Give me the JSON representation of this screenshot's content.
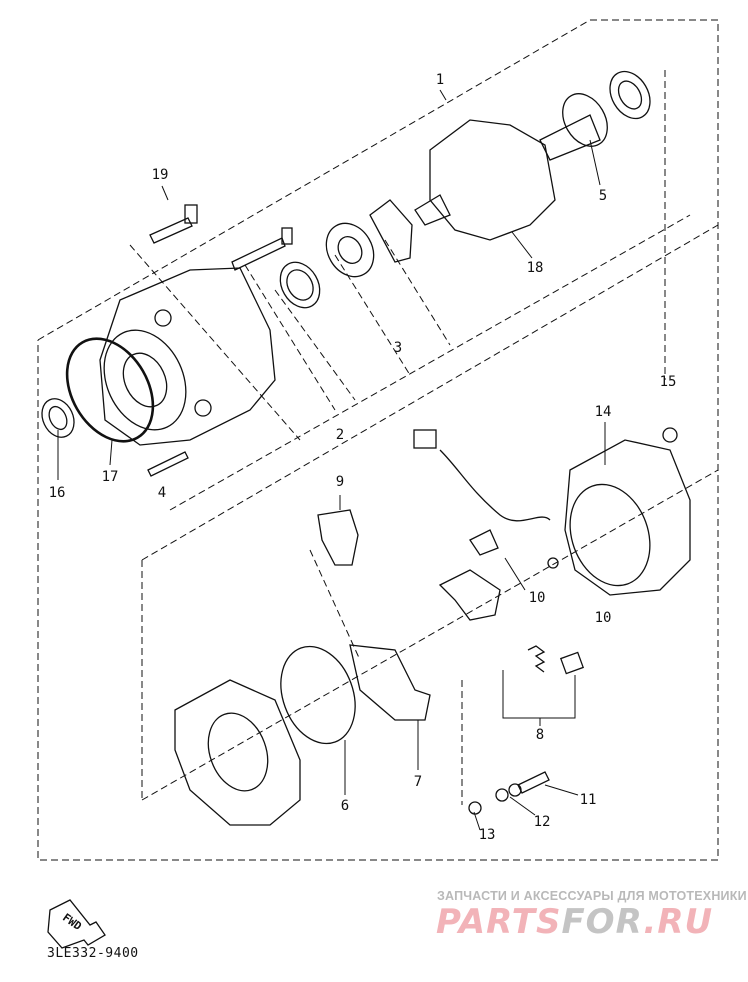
{
  "diagram": {
    "callouts": [
      "1",
      "19",
      "5",
      "18",
      "3",
      "15",
      "14",
      "2",
      "16",
      "17",
      "4",
      "9",
      "10",
      "10",
      "8",
      "7",
      "6",
      "11",
      "12",
      "13"
    ],
    "direction_label": "FWD",
    "part_code": "3LE332-9400"
  },
  "watermark": {
    "subtitle": "ЗАПЧАСТИ И АКСЕССУАРЫ ДЛЯ МОТОТЕХНИКИ",
    "brand_part1": "PARTS",
    "brand_part2": "FOR",
    "brand_part3": ".RU",
    "colors": {
      "primary": "#f2b3b8",
      "secondary": "#c4c4c4"
    }
  }
}
